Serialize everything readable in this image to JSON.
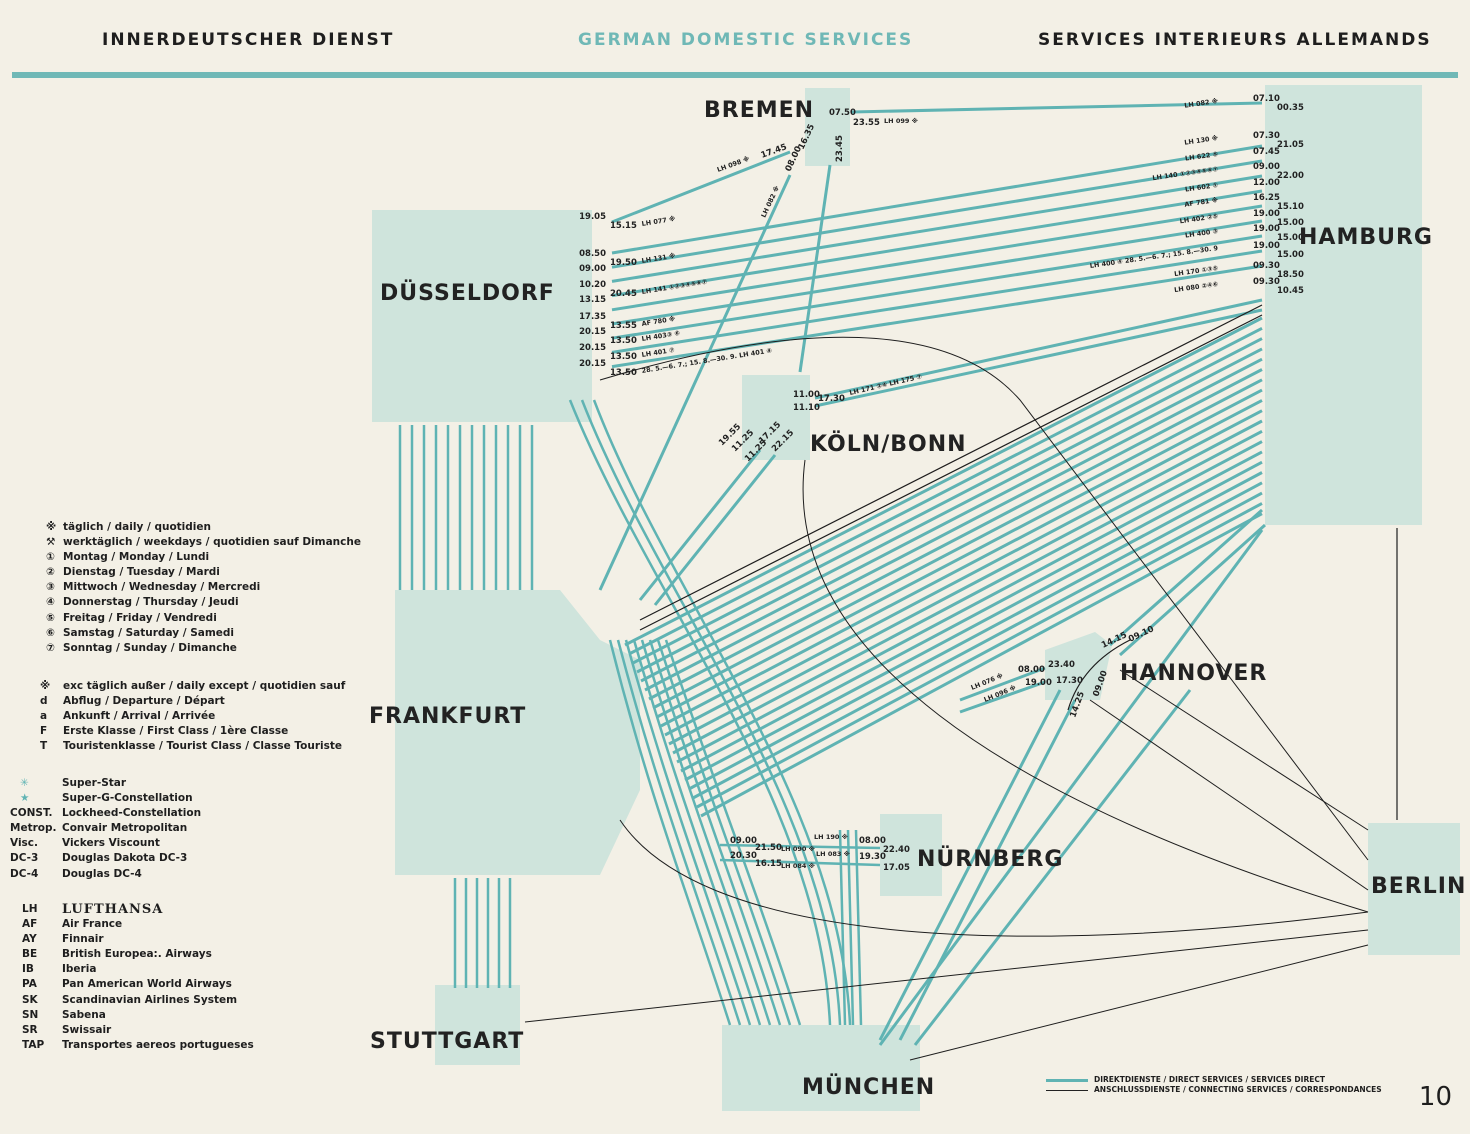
{
  "header": {
    "left": "INNERDEUTSCHER DIENST",
    "center": "GERMAN DOMESTIC SERVICES",
    "right": "SERVICES INTERIEURS ALLEMANDS"
  },
  "colors": {
    "direct": "#5fb3b3",
    "city_box": "#cfe4dc",
    "accent": "#6fb8b6",
    "connecting": "#1e1e1e"
  },
  "cities": {
    "bremen": "BREMEN",
    "hamburg": "HAMBURG",
    "duesseldorf": "DÜSSELDORF",
    "koeln": "KÖLN/BONN",
    "frankfurt": "FRANKFURT",
    "hannover": "HANNOVER",
    "nuernberg": "NÜRNBERG",
    "stuttgart": "STUTTGART",
    "muenchen": "MÜNCHEN",
    "berlin": "BERLIN"
  },
  "bremen": {
    "t1": "07.50",
    "t2": "23.55",
    "f1": "LH 099 ※",
    "t3": "23.45",
    "t4": "16.35",
    "t5": "17.45",
    "f2": "LH 098 ※",
    "t6": "08.00",
    "f3": "LH 082 ※"
  },
  "dus_side": [
    {
      "t1": "19.05",
      "t2": "15.15",
      "flight": "LH 077 ※"
    },
    {
      "t1": "08.50",
      "t2": "19.50",
      "flight": "LH 131 ※"
    },
    {
      "t1": "09.00",
      "t2": "",
      "flight": ""
    },
    {
      "t1": "10.20",
      "t2": "20.45",
      "flight": "LH 141 ①②③④⑤⑥⑦"
    },
    {
      "t1": "13.15",
      "t2": "",
      "flight": ""
    },
    {
      "t1": "17.35",
      "t2": "13.55",
      "flight": "AF 780 ※"
    },
    {
      "t1": "20.15",
      "t2": "13.50",
      "flight": "LH 403③ ⑥"
    },
    {
      "t1": "20.15",
      "t2": "13.50",
      "flight": "LH 401 ⑦"
    },
    {
      "t1": "20.15",
      "t2": "13.50",
      "flight": "28. 5.—6. 7.; 15. 8.—30. 9.  LH 401 ④"
    }
  ],
  "ham_side": [
    {
      "flight": "LH 082 ※",
      "t1": "07.10",
      "t2": "00.35"
    },
    {
      "flight": "LH 130 ※",
      "t1": "07.30",
      "t2": "21.05"
    },
    {
      "flight": "LH 622 ⑤",
      "t1": "07.45",
      "t2": ""
    },
    {
      "flight": "LH 140 ①②③④⑤⑥⑦",
      "t1": "09.00",
      "t2": "22.00"
    },
    {
      "flight": "LH 602 ①",
      "t1": "12.00",
      "t2": ""
    },
    {
      "flight": "AF 781 ※",
      "t1": "16.25",
      "t2": "15.10"
    },
    {
      "flight": "LH 402 ②⑤",
      "t1": "19.00",
      "t2": "15.00"
    },
    {
      "flight": "LH 400 ③",
      "t1": "19.00",
      "t2": "15.00"
    },
    {
      "flight": "LH 400 ④ 28. 5.—6. 7.; 15. 8.—30. 9",
      "t1": "19.00",
      "t2": "15.00"
    },
    {
      "flight": "LH 170 ①③⑤",
      "t1": "09.30",
      "t2": "18.50"
    },
    {
      "flight": "LH 080 ②④⑥",
      "t1": "09.30",
      "t2": "10.45"
    }
  ],
  "koeln": {
    "t1": "11.00",
    "t2": "17.30",
    "t3": "11.10",
    "f1": "LH 171 ②④  LH 175 ⑦",
    "t4": "19.55",
    "t5": "11.25",
    "t6": "17.15",
    "t7": "11.25",
    "t8": "22.15"
  },
  "nuernberg": {
    "f1": "LH 190 ※",
    "t1": "08.00",
    "t2": "21.50",
    "f2": "LH 090 ※",
    "f3": "LH 083 ※",
    "t3": "19.30",
    "t4": "22.40",
    "t5": "16.15",
    "f4": "LH 084 ※",
    "t6": "17.05",
    "t7": "09.00",
    "t8": "20.30"
  },
  "hannover": {
    "f1": "LH 076 ※",
    "t1": "08.00",
    "t2": "23.40",
    "f2": "LH 096 ※",
    "t3": "19.00",
    "t4": "17.30",
    "t5": "14.15",
    "t6": "09.10",
    "t7": "14.25",
    "t8": "09.00"
  },
  "legend_days": [
    {
      "k": "※",
      "v": "täglich / daily / quotidien"
    },
    {
      "k": "⚒",
      "v": "werktäglich / weekdays / quotidien sauf Dimanche"
    },
    {
      "k": "①",
      "v": "Montag / Monday / Lundi"
    },
    {
      "k": "②",
      "v": "Dienstag / Tuesday / Mardi"
    },
    {
      "k": "③",
      "v": "Mittwoch / Wednesday / Mercredi"
    },
    {
      "k": "④",
      "v": "Donnerstag / Thursday / Jeudi"
    },
    {
      "k": "⑤",
      "v": "Freitag / Friday / Vendredi"
    },
    {
      "k": "⑥",
      "v": "Samstag / Saturday / Samedi"
    },
    {
      "k": "⑦",
      "v": "Sonntag / Sunday / Dimanche"
    }
  ],
  "legend_codes": [
    {
      "k": "※",
      "v": "exc täglich außer / daily except / quotidien sauf"
    },
    {
      "k": "d",
      "v": "Abflug / Departure / Départ"
    },
    {
      "k": "a",
      "v": "Ankunft / Arrival / Arrivée"
    },
    {
      "k": "F",
      "v": "Erste Klasse / First Class / 1ère Classe"
    },
    {
      "k": "T",
      "v": "Touristenklasse / Tourist Class / Classe Touriste"
    }
  ],
  "legend_aircraft": [
    {
      "k": "✳",
      "v": "Super-Star"
    },
    {
      "k": "★",
      "v": "Super-G-Constellation"
    },
    {
      "k": "CONST.",
      "v": "Lockheed-Constellation"
    },
    {
      "k": "Metrop.",
      "v": "Convair Metropolitan"
    },
    {
      "k": "Visc.",
      "v": "Vickers Viscount"
    },
    {
      "k": "DC-3",
      "v": "Douglas Dakota DC-3"
    },
    {
      "k": "DC-4",
      "v": "Douglas DC-4"
    }
  ],
  "legend_airlines": [
    {
      "k": "LH",
      "v": "LUFTHANSA"
    },
    {
      "k": "AF",
      "v": "Air France"
    },
    {
      "k": "AY",
      "v": "Finnair"
    },
    {
      "k": "BE",
      "v": "British Europea:. Airways"
    },
    {
      "k": "IB",
      "v": "Iberia"
    },
    {
      "k": "PA",
      "v": "Pan American World Airways"
    },
    {
      "k": "SK",
      "v": "Scandinavian Airlines System"
    },
    {
      "k": "SN",
      "v": "Sabena"
    },
    {
      "k": "SR",
      "v": "Swissair"
    },
    {
      "k": "TAP",
      "v": "Transportes aereos portugueses"
    }
  ],
  "key": {
    "direct": "DIREKTDIENSTE / DIRECT  SERVICES / SERVICES DIRECT",
    "connecting": "ANSCHLUSSDIENSTE / CONNECTING SERVICES / CORRESPONDANCES"
  },
  "page_number": "10"
}
